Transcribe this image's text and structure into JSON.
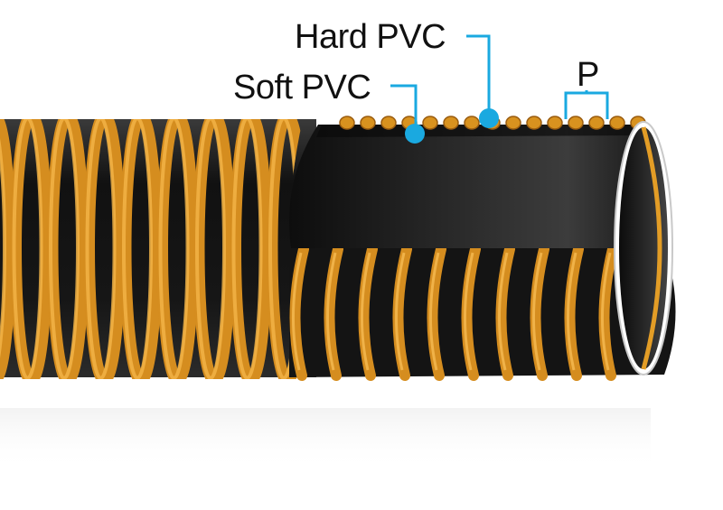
{
  "labels": {
    "hard_pvc": "Hard PVC",
    "soft_pvc": "Soft PVC",
    "pitch": "P"
  },
  "colors": {
    "callout": "#1aa9e0",
    "spiral": "#e8a12a",
    "spiral_dark": "#b06d12",
    "hose_body": "#1b1b1b",
    "label_text": "#111111"
  },
  "icons": {
    "callout_marker": "filled-circle"
  }
}
